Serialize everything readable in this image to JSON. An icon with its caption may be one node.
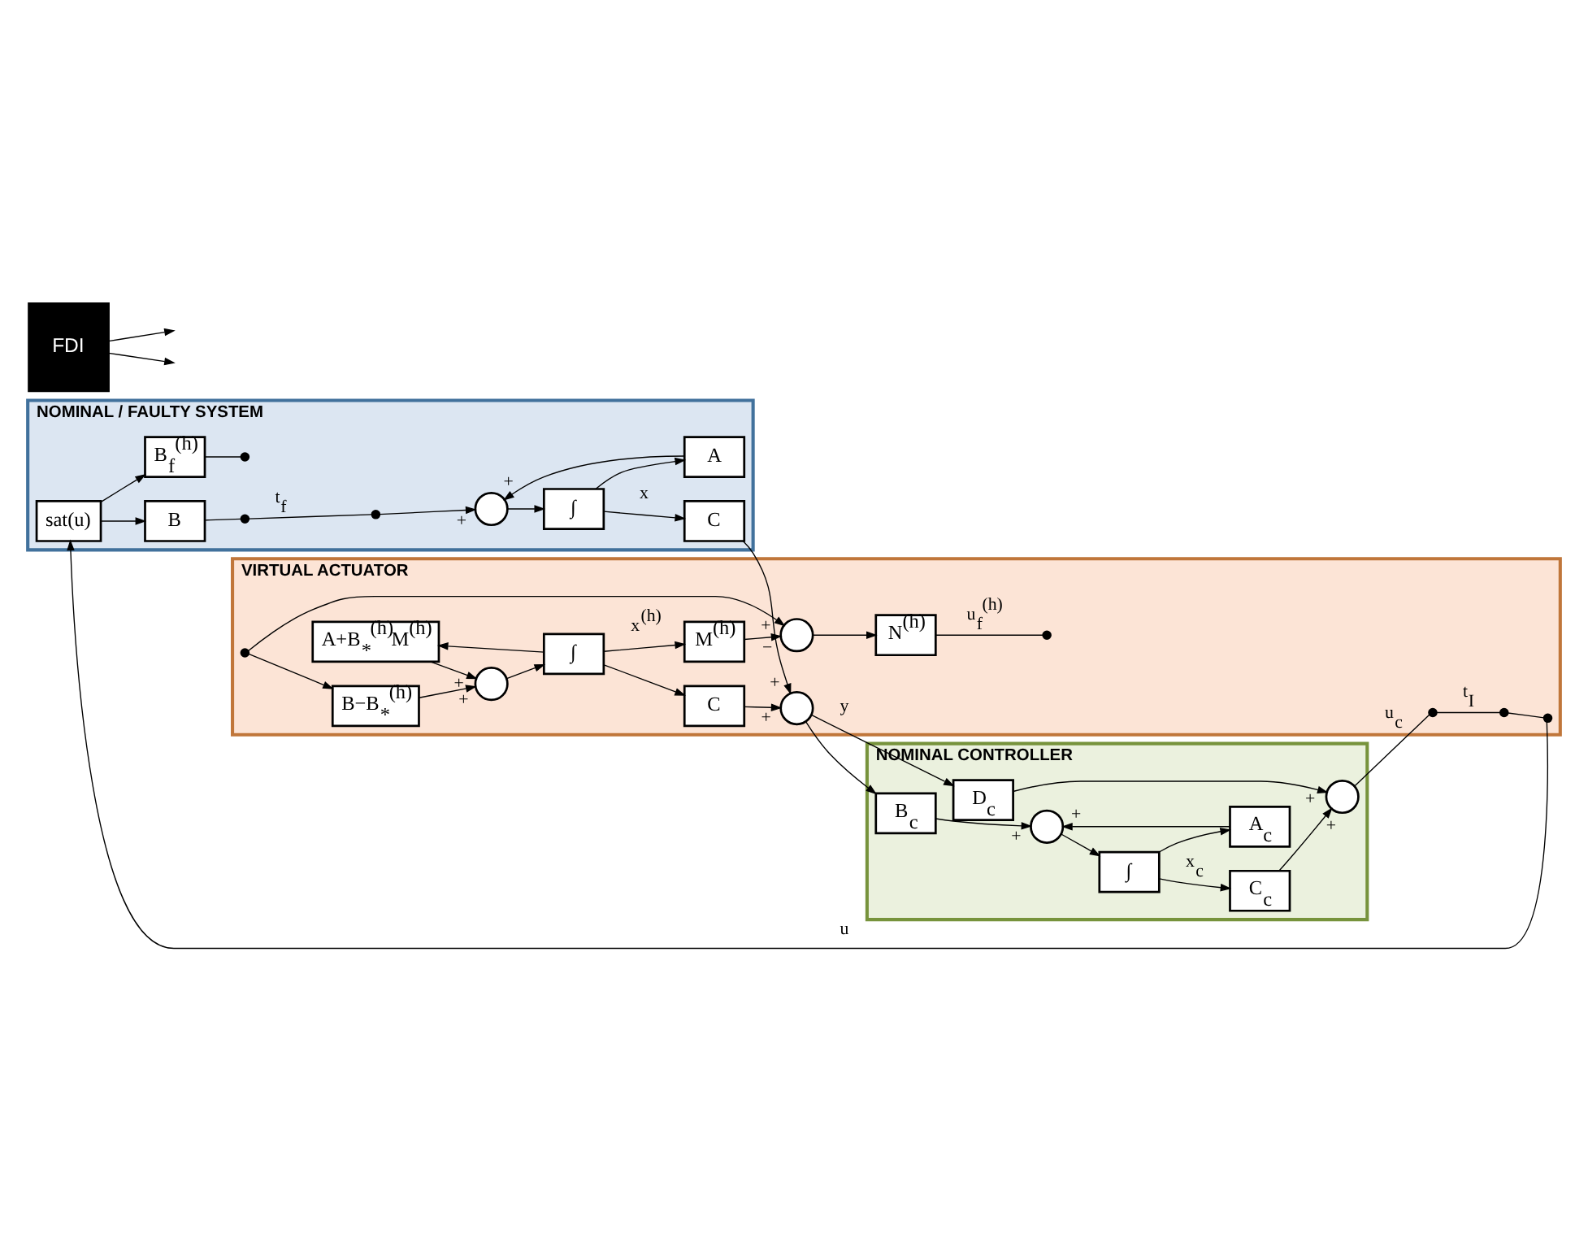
{
  "diagram": {
    "nodes": [
      {
        "text": [
          "NOMINAL / FAULTY SYSTEM"
        ]
      },
      {
        "text": [
          "sat(u)"
        ],
        "in": 0
      },
      {
        "text": [
          "B"
        ],
        "in": 0
      },
      {
        "text": [
          "B$_{f}$$^{(h)}$"
        ],
        "in": 0
      },
      {
        "text": [],
        "shape": "dot",
        "in": 0
      },
      {
        "text": [],
        "shape": "dot",
        "in": 0
      },
      {
        "text": [],
        "shape": "dot",
        "in": 0
      },
      {
        "text": [],
        "shape": "circle",
        "in": 0
      },
      {
        "text": [
          "∫"
        ],
        "in": 0
      },
      {
        "text": [
          "A"
        ],
        "in": 0
      },
      {
        "text": [
          "C"
        ],
        "in": 0
      },
      {
        "text": [
          "VIRTUAL ACTUATOR"
        ]
      },
      {
        "text": [],
        "shape": "circle",
        "in": 11
      },
      {
        "text": [
          "C"
        ],
        "in": 11
      },
      {
        "text": [
          "A+B$_{*}$$^{(h)}$M$^{(h)}$"
        ],
        "in": 11
      },
      {
        "text": [],
        "shape": "circle",
        "in": 11
      },
      {
        "text": [
          "∫"
        ],
        "in": 11
      },
      {
        "text": [
          "M$^{(h)}$"
        ],
        "in": 11
      },
      {
        "text": [],
        "shape": "circle",
        "in": 11
      },
      {
        "text": [
          "N$^{(h)}$"
        ],
        "in": 11
      },
      {
        "text": [
          "B−B$_{*}$$^{(h)}$"
        ],
        "in": 11
      },
      {
        "text": [],
        "shape": "dot",
        "in": 11
      },
      {
        "text": [],
        "shape": "dot",
        "in": 11
      },
      {
        "text": [],
        "shape": "dot",
        "in": 11
      },
      {
        "text": [],
        "shape": "dot",
        "in": 11
      },
      {
        "text": [],
        "shape": "dot",
        "in": 11
      },
      {
        "text": [
          "FDI"
        ]
      },
      {
        "text": [
          "NOMINAL CONTROLLER"
        ]
      },
      {
        "text": [],
        "shape": "circle",
        "in": 27
      },
      {
        "text": [
          "D$_{c}$"
        ],
        "in": 27
      },
      {
        "text": [
          "C$_{c}$"
        ],
        "in": 27
      },
      {
        "text": [
          "∫"
        ],
        "in": 27
      },
      {
        "text": [],
        "shape": "circle",
        "in": 27
      },
      {
        "text": [
          "B$_{c}$"
        ],
        "in": 27
      },
      {
        "text": [
          "A$_{c}$"
        ],
        "in": 27
      }
    ],
    "edges": [
      {
        "from": 1,
        "to": 2,
        "arrow": "to"
      },
      {
        "from": 1,
        "to": 3,
        "arrow": "to"
      },
      {
        "from": 2,
        "to": 4,
        "arrow": "none"
      },
      {
        "from": 3,
        "to": 5,
        "arrow": "none"
      },
      {
        "from": 4,
        "to": 6,
        "arrow": "none"
      },
      {
        "from": 6,
        "to": 7,
        "arrow": "to"
      },
      {
        "from": 7,
        "to": 8,
        "arrow": "to"
      },
      {
        "from": 8,
        "to": 9,
        "arrow": "to"
      },
      {
        "from": 9,
        "to": 7,
        "arrow": "to"
      },
      {
        "from": 8,
        "to": 10,
        "arrow": "to",
        "label": "x"
      },
      {
        "from": 10,
        "to": 12,
        "arrow": "to"
      },
      {
        "from": 13,
        "to": 12,
        "arrow": "to"
      },
      {
        "from": 12,
        "to": 29,
        "arrow": "to",
        "label": "y"
      },
      {
        "from": 12,
        "to": 33,
        "arrow": "to"
      },
      {
        "from": 16,
        "to": 17,
        "arrow": "to",
        "label": "x$^{(h)}$"
      },
      {
        "from": 16,
        "to": 13,
        "arrow": "to"
      },
      {
        "from": 16,
        "to": 14,
        "arrow": "to"
      },
      {
        "from": 14,
        "to": 15,
        "arrow": "to"
      },
      {
        "from": 20,
        "to": 15,
        "arrow": "to"
      },
      {
        "from": 15,
        "to": 16,
        "arrow": "to"
      },
      {
        "from": 17,
        "to": 18,
        "arrow": "to"
      },
      {
        "from": 22,
        "to": 18,
        "arrow": "to"
      },
      {
        "from": 22,
        "to": 20,
        "arrow": "to"
      },
      {
        "from": 18,
        "to": 19,
        "arrow": "to"
      },
      {
        "from": 19,
        "to": 21,
        "arrow": "none",
        "label": "u$_{f}$$^{(h)}$"
      },
      {
        "from": 26,
        "to": null,
        "arrow": "to"
      },
      {
        "from": 26,
        "to": null,
        "arrow": "to"
      },
      {
        "from": 28,
        "to": 25,
        "arrow": "none",
        "label": "u$_{c}$"
      },
      {
        "from": 25,
        "to": 24,
        "arrow": "none"
      },
      {
        "from": 24,
        "to": 23,
        "arrow": "none"
      },
      {
        "from": 23,
        "to": 1,
        "arrow": "to",
        "label": "u"
      },
      {
        "from": 29,
        "to": 28,
        "arrow": "to"
      },
      {
        "from": 33,
        "to": 32,
        "arrow": "to"
      },
      {
        "from": 32,
        "to": 31,
        "arrow": "to"
      },
      {
        "from": 31,
        "to": 30,
        "arrow": "to",
        "label": "x$_{c}$"
      },
      {
        "from": 31,
        "to": 34,
        "arrow": "to"
      },
      {
        "from": 34,
        "to": 32,
        "arrow": "to"
      },
      {
        "from": 30,
        "to": 28,
        "arrow": "to"
      }
    ],
    "labels": [
      "t$_{f}$",
      "+",
      "+",
      "+",
      "+",
      "+",
      "−",
      "t$_{I}$",
      "+",
      "+",
      "+",
      "+",
      "+",
      "+"
    ]
  }
}
